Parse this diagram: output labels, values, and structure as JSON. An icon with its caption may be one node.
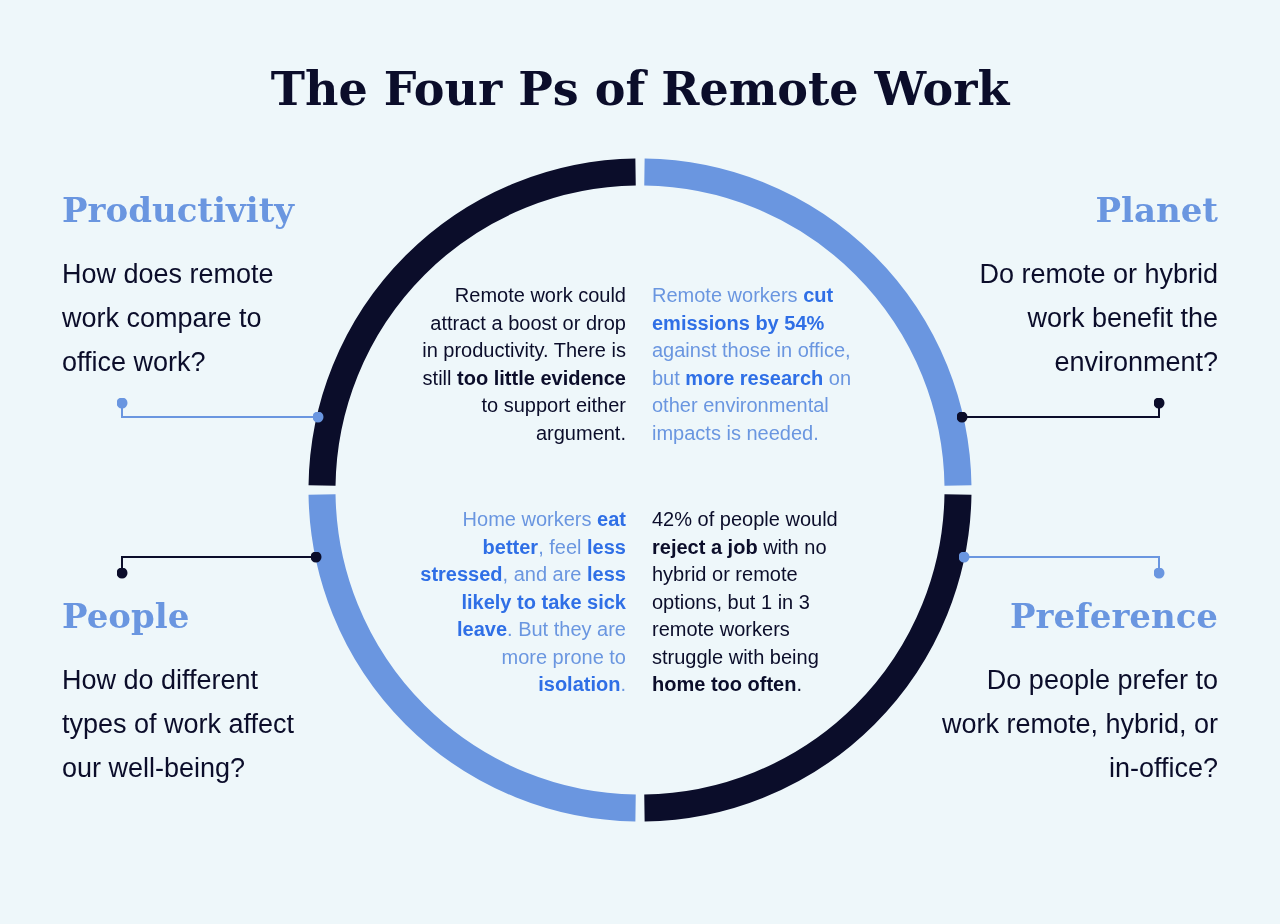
{
  "diagram": {
    "title": "The Four Ps of Remote Work",
    "nodes": [
      {
        "text": [
          "Productivity",
          "How does remote work compare to office work?"
        ]
      },
      {
        "text": [
          "Planet",
          "Do remote or hybrid work benefit the environment?"
        ]
      },
      {
        "text": [
          "People",
          "How do different types of work affect our well-being?"
        ]
      },
      {
        "text": [
          "Preference",
          "Do people prefer to work remote, hybrid, or in-office?"
        ]
      },
      {
        "text": [],
        "shape": "arc"
      },
      {
        "text": [],
        "shape": "arc"
      },
      {
        "text": [],
        "shape": "arc"
      },
      {
        "text": [],
        "shape": "arc"
      }
    ],
    "edges": [
      {
        "from": 0,
        "to": 4,
        "arrow": "other",
        "color": "#6a96e0"
      },
      {
        "from": 1,
        "to": 5,
        "arrow": "other",
        "color": "#0b0d2a"
      },
      {
        "from": 2,
        "to": 6,
        "arrow": "other",
        "color": "#0b0d2a"
      },
      {
        "from": 3,
        "to": 7,
        "arrow": "other",
        "color": "#6a96e0"
      }
    ],
    "labels": [
      "Remote work could attract a boost or drop in productivity. There is still **too little evidence** to support either argument.",
      "Remote workers **cut emissions by 54%** against those in office, but **more research** on other environmental impacts is needed.",
      "Home workers **eat better**, feel **less stressed**, and are **less likely to take sick leave**. But they are more prone to **isolation**.",
      "42% of people would **reject a job** with no hybrid or remote options, but 1 in 3 remote workers struggle with being **home too often**."
    ]
  }
}
